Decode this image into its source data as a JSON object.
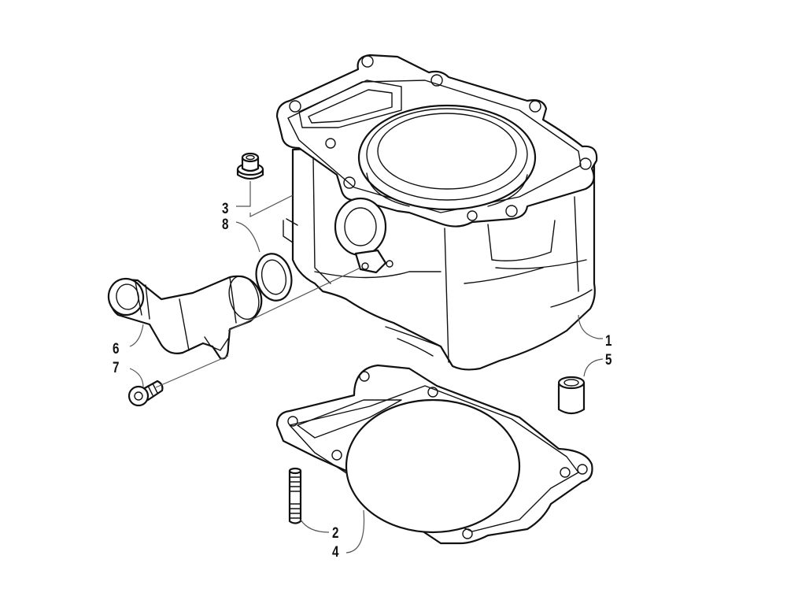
{
  "callouts": {
    "c1": "1",
    "c2": "2",
    "c3": "3",
    "c4": "4",
    "c5": "5",
    "c6": "6",
    "c7": "7",
    "c8": "8"
  },
  "colors": {
    "line": "#111111",
    "leader": "#555555",
    "background": "#ffffff"
  }
}
